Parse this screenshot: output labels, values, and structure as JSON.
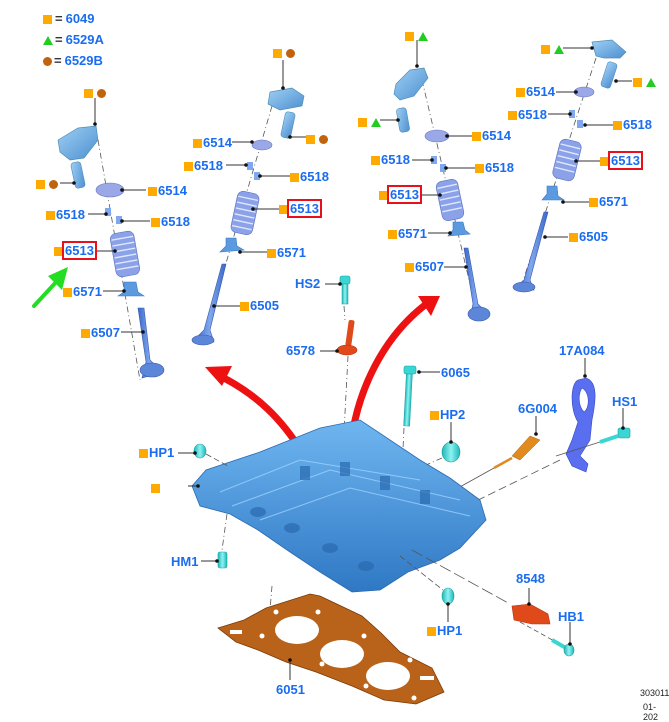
{
  "legend": [
    {
      "symbol": "square",
      "color": "#ffaa00",
      "equals": "=",
      "part": "6049"
    },
    {
      "symbol": "triangle",
      "color": "#22cc22",
      "equals": "=",
      "part": "6529A"
    },
    {
      "symbol": "circle",
      "color": "#c0620e",
      "equals": "=",
      "part": "6529B"
    }
  ],
  "colors": {
    "label": "#1a6cf0",
    "highlight_box": "#e8101a",
    "square_marker": "#ffaa00",
    "triangle_marker": "#22cc22",
    "circle_marker": "#c0620e",
    "cylinder_head": "#3d8fd8",
    "gasket": "#b8621a",
    "fastener": "#3ad6d6",
    "red_part": "#e04a1a",
    "arrow_red": "#ee1111",
    "arrow_green": "#22dd22"
  },
  "valve_assemblies": [
    {
      "name": "left-intake",
      "rocker_markers": [
        "square",
        "circle"
      ],
      "lash_adjuster_markers": [
        "square",
        "circle"
      ],
      "labels": {
        "retainer": "6514",
        "keeper_a": "6518",
        "keeper_b": "6518",
        "spring": "6513",
        "seal": "6571",
        "valve": "6507"
      },
      "spring_highlighted": true
    },
    {
      "name": "second-exhaust",
      "rocker_markers": [
        "square",
        "circle"
      ],
      "lash_adjuster_markers": [
        "square",
        "circle"
      ],
      "labels": {
        "retainer": "6514",
        "keeper_a": "6518",
        "keeper_b": "6518",
        "spring": "6513",
        "seal": "6571",
        "valve": "6505"
      },
      "spring_highlighted": true
    },
    {
      "name": "third-intake",
      "rocker_markers": [
        "square",
        "triangle"
      ],
      "lash_adjuster_markers": [
        "square",
        "triangle"
      ],
      "labels": {
        "retainer": "6514",
        "keeper_a": "6518",
        "keeper_b": "6518",
        "spring": "6513",
        "seal": "6571",
        "valve": "6507"
      },
      "spring_highlighted": true
    },
    {
      "name": "right-exhaust",
      "rocker_markers": [
        "square",
        "triangle"
      ],
      "lash_adjuster_markers": [
        "square",
        "triangle"
      ],
      "labels": {
        "retainer": "6514",
        "keeper_a": "6518",
        "keeper_b": "6518",
        "spring": "6513",
        "seal": "6571",
        "valve": "6505"
      },
      "spring_highlighted": true
    }
  ],
  "parts": {
    "hs2": "HS2",
    "p6578": "6578",
    "p6065": "6065",
    "hp2": "HP2",
    "p6g004": "6G004",
    "p17a084": "17A084",
    "hs1": "HS1",
    "hp1_top": "HP1",
    "head": "",
    "hm1": "HM1",
    "p8548": "8548",
    "hb1": "HB1",
    "hp1_bottom": "HP1",
    "gasket": "6051"
  },
  "footer": {
    "code": "303011",
    "date": "01-202"
  }
}
